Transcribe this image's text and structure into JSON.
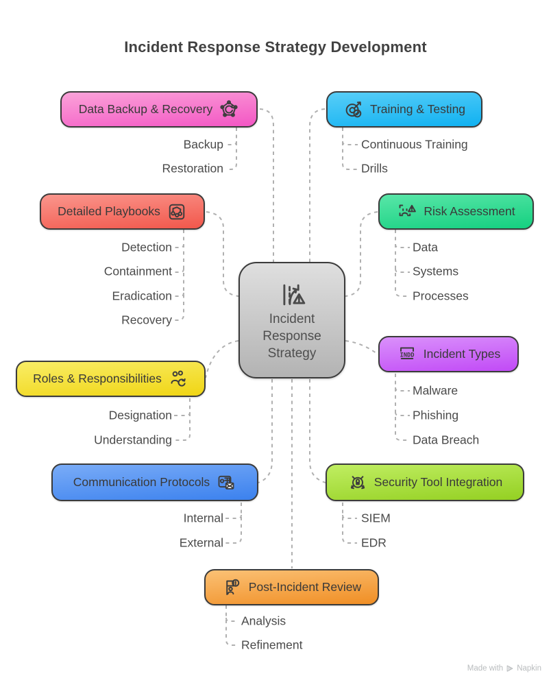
{
  "title": "Incident Response Strategy Development",
  "center": {
    "icon": "roadmap-warning-icon",
    "lines": [
      "Incident",
      "Response",
      "Strategy"
    ]
  },
  "nodes": [
    {
      "id": "data-backup-recovery",
      "label": "Data Backup & Recovery",
      "icon": "backup-restore-icon",
      "icon_side": "right",
      "gradient": [
        "#fba3d9",
        "#f356c4"
      ],
      "children": [
        "Backup",
        "Restoration"
      ]
    },
    {
      "id": "training-testing",
      "label": "Training & Testing",
      "icon": "target-arrow-icon",
      "icon_side": "left",
      "gradient": [
        "#58cef8",
        "#10b1f1"
      ],
      "children": [
        "Continuous Training",
        "Drills"
      ]
    },
    {
      "id": "detailed-playbooks",
      "label": "Detailed Playbooks",
      "icon": "playbook-grid-icon",
      "icon_side": "right",
      "gradient": [
        "#fa968d",
        "#f2574b"
      ],
      "children": [
        "Detection",
        "Containment",
        "Eradication",
        "Recovery"
      ]
    },
    {
      "id": "risk-assessment",
      "label": "Risk Assessment",
      "icon": "risk-scan-icon",
      "icon_side": "left",
      "gradient": [
        "#59e6a8",
        "#14d080"
      ],
      "children": [
        "Data",
        "Systems",
        "Processes"
      ]
    },
    {
      "id": "roles-responsibilities",
      "label": "Roles & Responsibilities",
      "icon": "roles-sync-icon",
      "icon_side": "right",
      "gradient": [
        "#f9ed66",
        "#f0d514"
      ],
      "children": [
        "Designation",
        "Understanding"
      ]
    },
    {
      "id": "incident-types",
      "label": "Incident Types",
      "icon": "indd-file-icon",
      "icon_text": "INDD",
      "icon_side": "left",
      "gradient": [
        "#da91fb",
        "#c14af6"
      ],
      "children": [
        "Malware",
        "Phishing",
        "Data Breach"
      ]
    },
    {
      "id": "communication-protocols",
      "label": "Communication Protocols",
      "icon": "mail-grid-icon",
      "icon_side": "right",
      "gradient": [
        "#7aacf7",
        "#3b81ee"
      ],
      "children": [
        "Internal",
        "External"
      ]
    },
    {
      "id": "security-tool-integration",
      "label": "Security Tool Integration",
      "icon": "lock-network-icon",
      "icon_side": "left",
      "gradient": [
        "#c0ee62",
        "#94d022"
      ],
      "children": [
        "SIEM",
        "EDR"
      ]
    },
    {
      "id": "post-incident-review",
      "label": "Post-Incident Review",
      "icon": "review-alert-icon",
      "icon_side": "left",
      "gradient": [
        "#fbc175",
        "#f08e24"
      ],
      "children": [
        "Analysis",
        "Refinement"
      ]
    }
  ],
  "style_colors": {
    "border": "#3b3b3b",
    "connector": "#b0b0b0",
    "title_text": "#424242",
    "node_text": "#393939",
    "child_text": "#4a4a4a",
    "center_gradient": [
      "#dfdfdf",
      "#b3b3b3"
    ]
  },
  "watermark": {
    "text": "Made with",
    "brand": "Napkin",
    "icon": "napkin-logo-icon"
  }
}
